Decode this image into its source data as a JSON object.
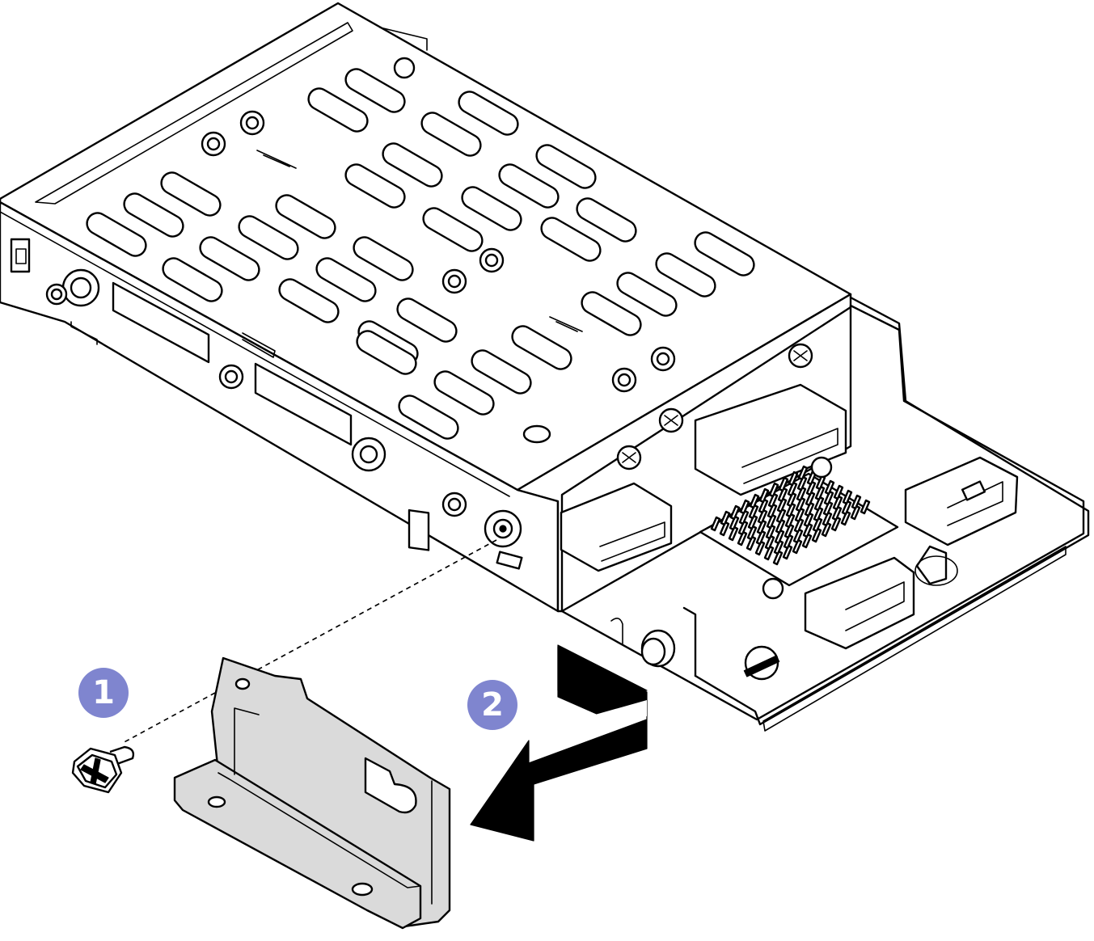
{
  "figure": {
    "steps": [
      {
        "number": "1",
        "callout": "remove-screw"
      },
      {
        "number": "2",
        "callout": "slide-out-bracket"
      }
    ],
    "colors": {
      "callout_badge": "#7f85cf",
      "bracket_fill": "#dadada",
      "arrow_fill": "#000000",
      "line": "#000000"
    },
    "icons": [
      "screw-icon",
      "bracket-icon",
      "removal-arrow-icon",
      "drive-cage-icon"
    ]
  }
}
